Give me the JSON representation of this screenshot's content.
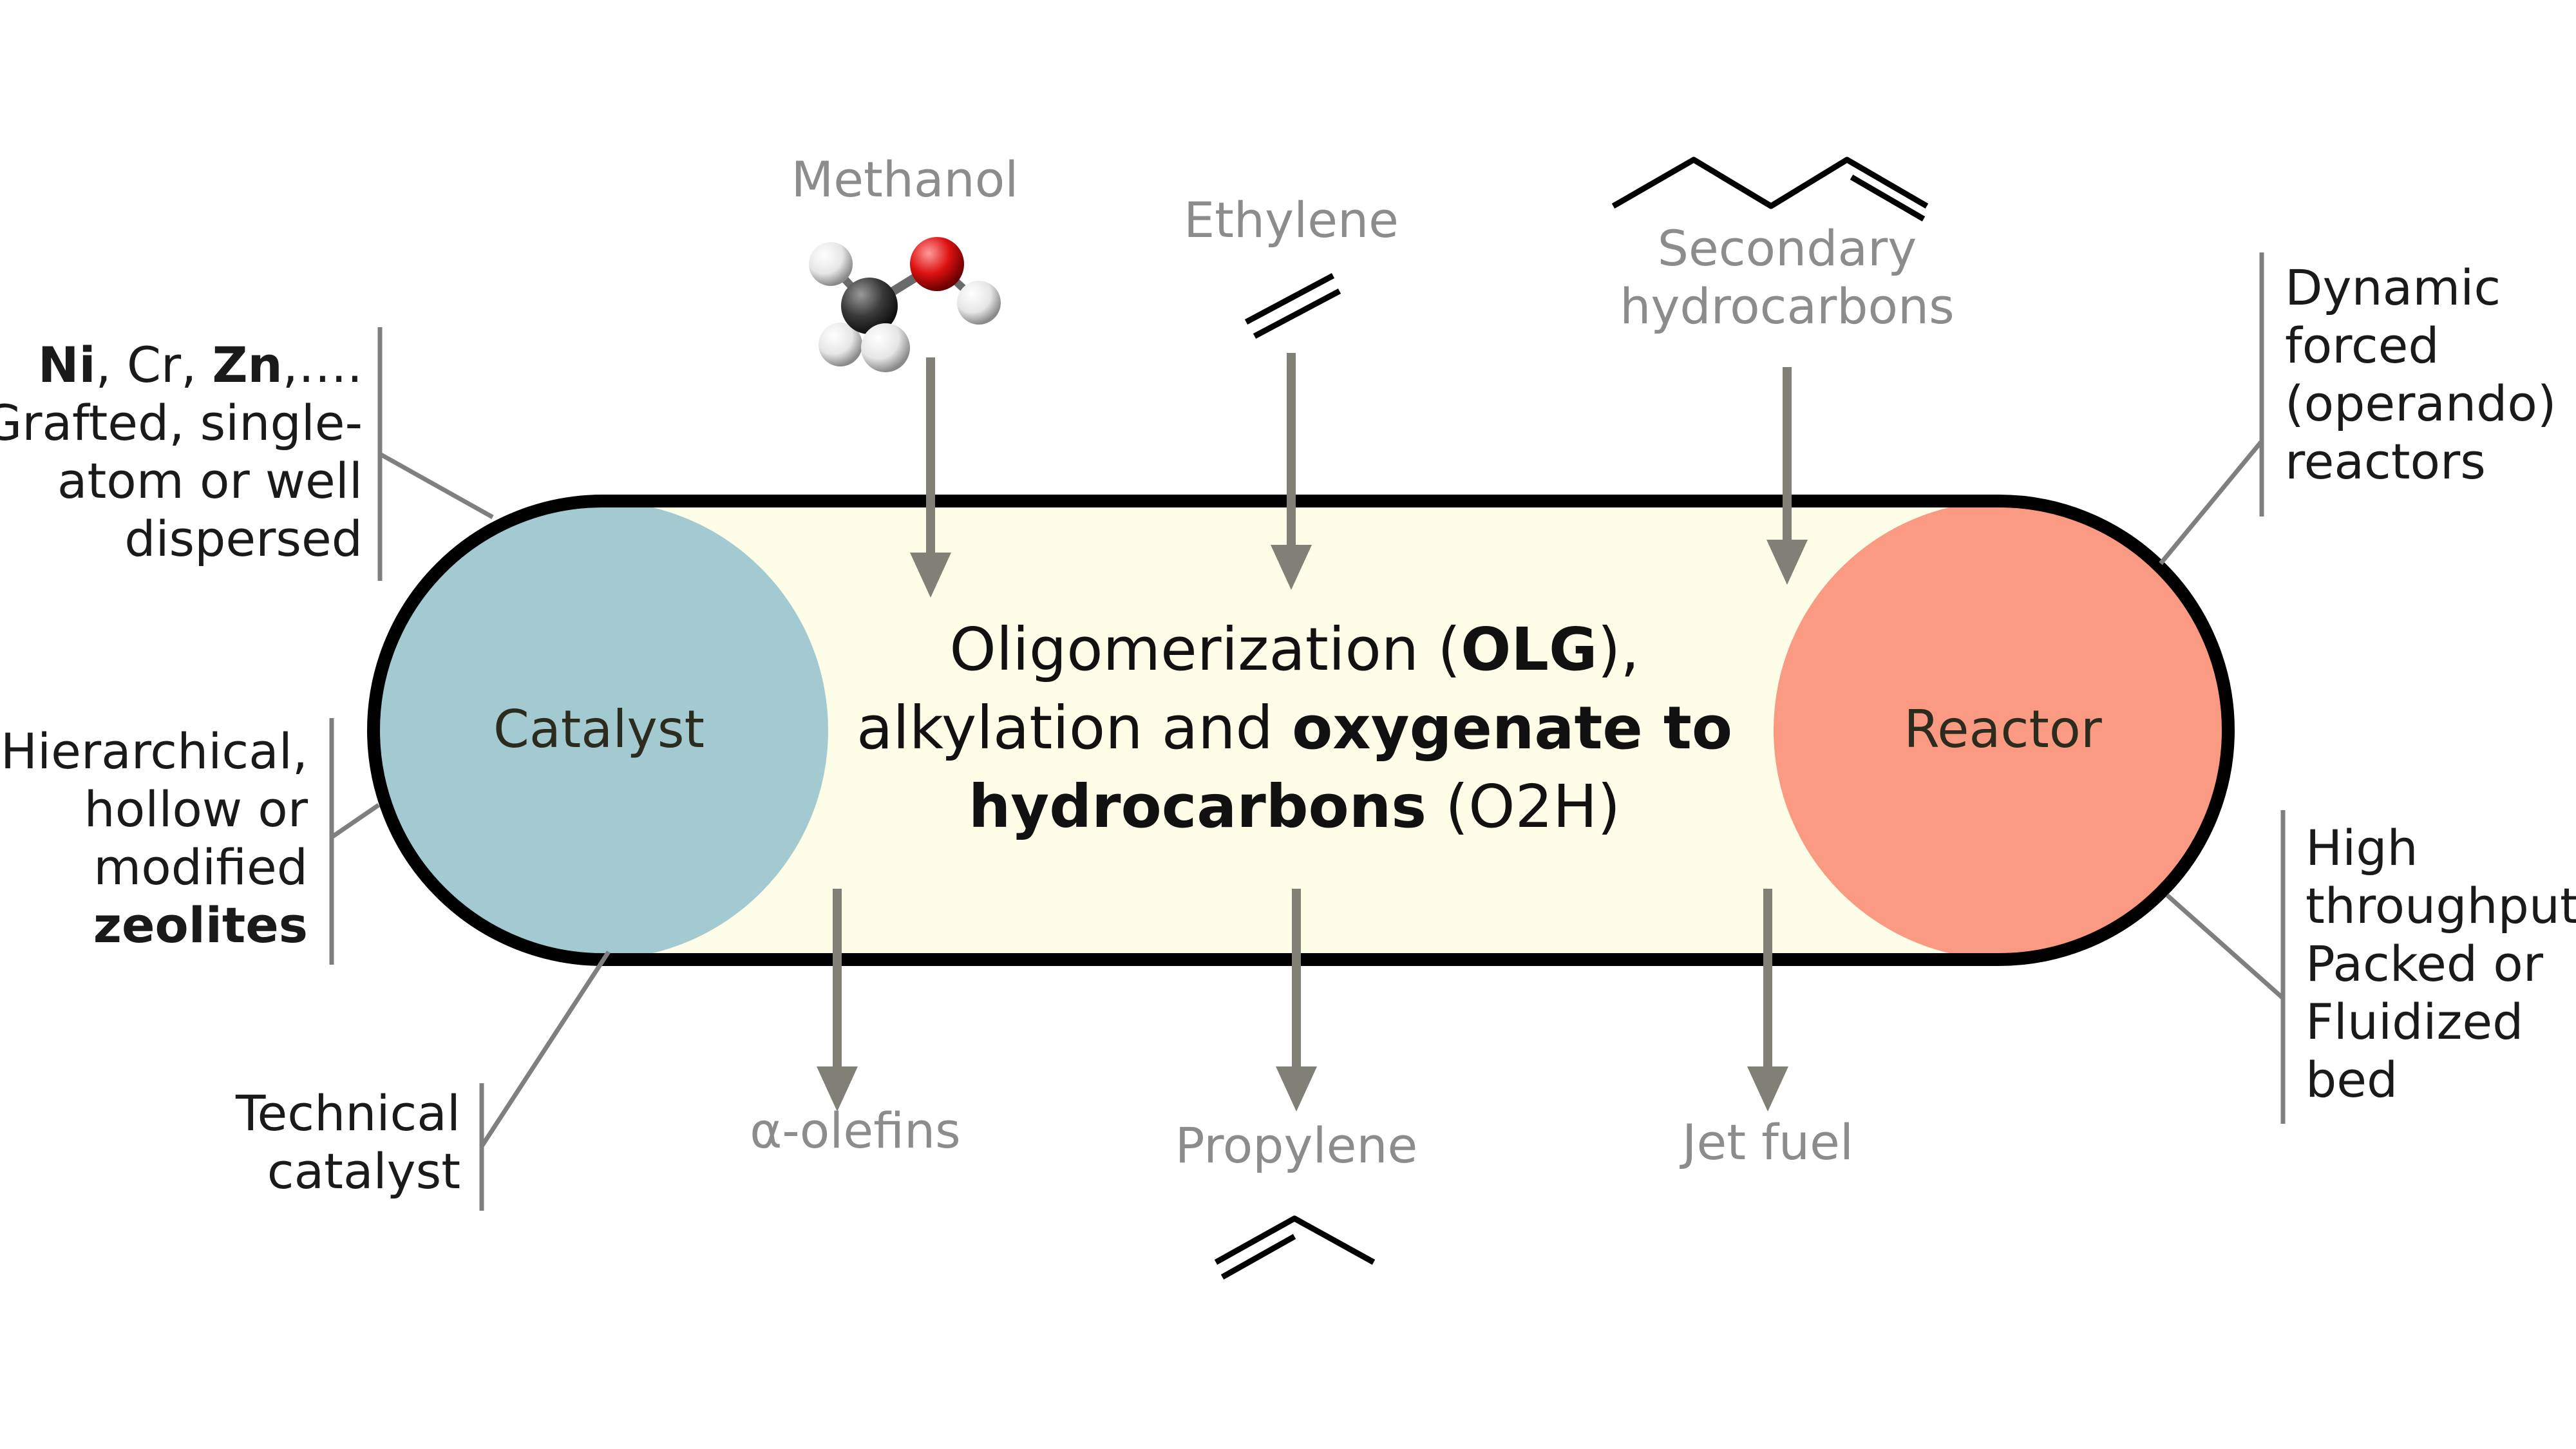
{
  "colors": {
    "reactor_body_fill": "#fdfde8",
    "reactor_outline": "#000000",
    "catalyst_circle": "#a4cad1",
    "reactor_circle": "#fa9a82",
    "arrow_gray": "#808076",
    "leader_gray": "#7f7f7f",
    "feed_label_gray": "#8c8c8c",
    "methanol_oxygen": "#dd1111",
    "methanol_carbon": "#3a3a3a",
    "methanol_hydrogen": "#e6e6e6"
  },
  "center": {
    "line1": {
      "a": "Oligomerization (",
      "b": "OLG",
      "c": "),"
    },
    "line2": {
      "a": "alkylation and ",
      "b": "oxygenate to"
    },
    "line3": {
      "a": "hydrocarbons",
      "b": " (O2H)"
    }
  },
  "circles": {
    "catalyst": "Catalyst",
    "reactor": "Reactor"
  },
  "feeds": {
    "methanol": "Methanol",
    "ethylene": "Ethylene",
    "secondary_line1": "Secondary",
    "secondary_line2": "hydrocarbons"
  },
  "products": {
    "alpha_olefins": "α-olefins",
    "propylene": "Propylene",
    "jet_fuel": "Jet fuel"
  },
  "catalyst_notes": {
    "metals": {
      "ni": "Ni",
      "sep1": ", Cr, ",
      "zn": "Zn",
      "rest": ",…."
    },
    "metals_line2": "Grafted, single-",
    "metals_line3": "atom or well",
    "metals_line4": "dispersed",
    "zeolite_line1": "Hierarchical,",
    "zeolite_line2": "hollow or",
    "zeolite_line3": "modified",
    "zeolite_line4": "zeolites",
    "technical_line1": "Technical",
    "technical_line2": "catalyst"
  },
  "reactor_notes": {
    "dynamic_line1": "Dynamic",
    "dynamic_line2": "forced",
    "dynamic_line3": "(operando)",
    "dynamic_line4": "reactors",
    "bed_line1": "High",
    "bed_line2": "throughput",
    "bed_line3": "Packed or",
    "bed_line4": "Fluidized",
    "bed_line5": "bed"
  }
}
